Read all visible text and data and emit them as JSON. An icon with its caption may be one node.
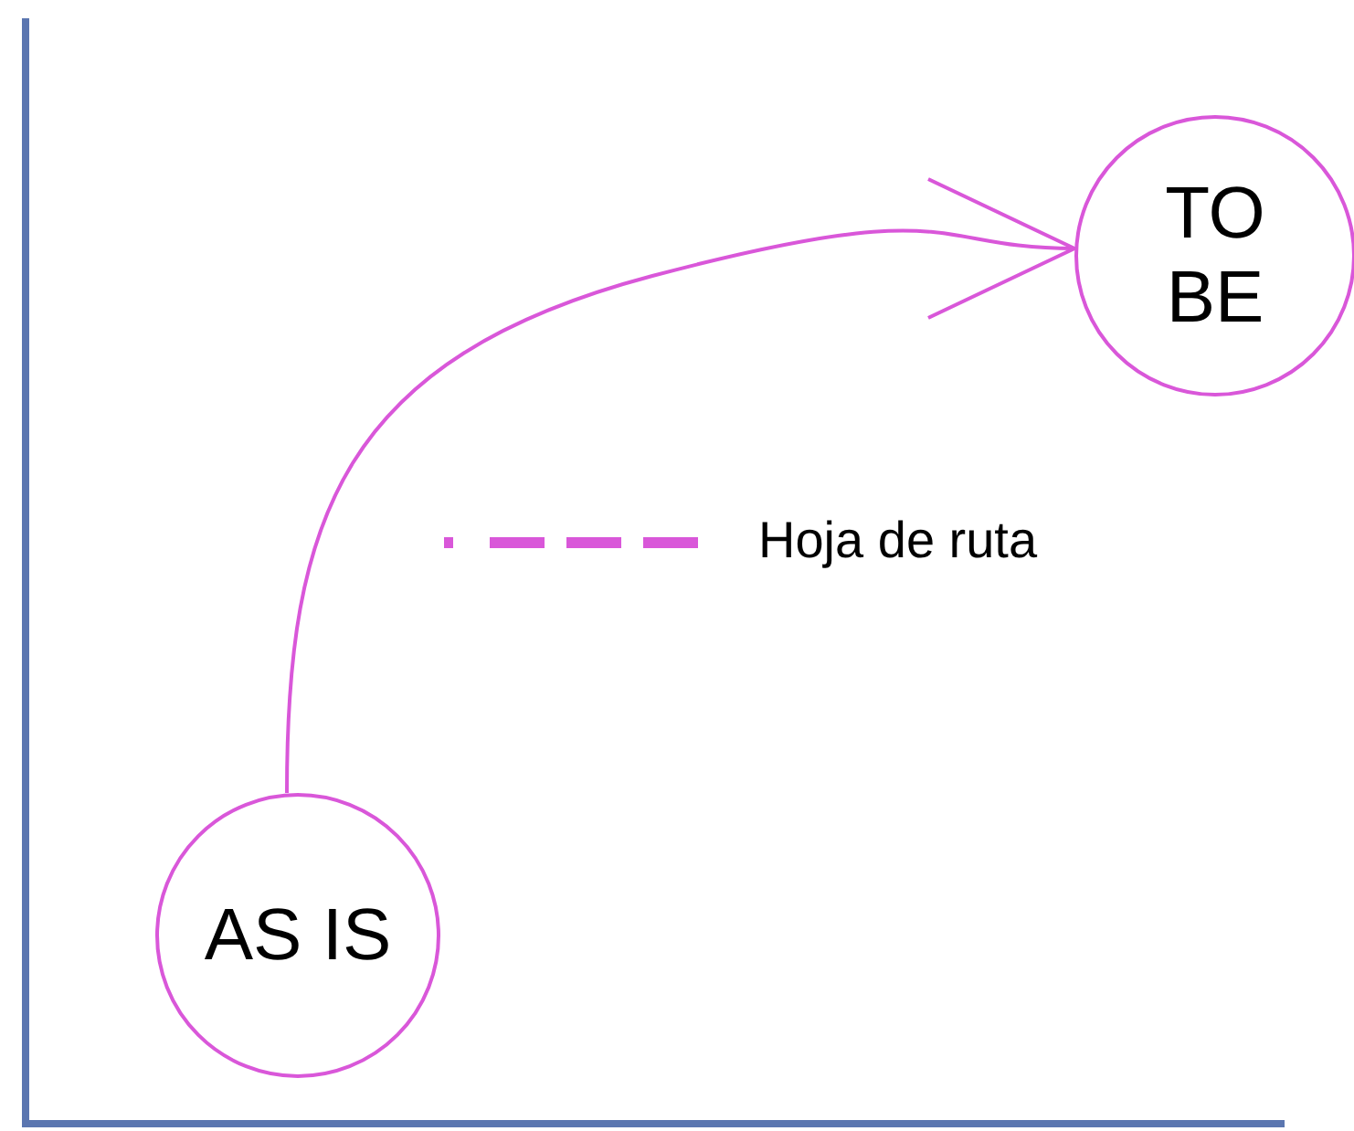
{
  "diagram": {
    "nodes": [
      {
        "text": [
          "AS IS"
        ]
      },
      {
        "text": [
          "TO BE"
        ]
      }
    ],
    "edges": [
      {
        "from": 0,
        "to": 1,
        "arrow": "to",
        "color": "#d957d9"
      }
    ],
    "legend": [
      {
        "text": "Hoja de ruta"
      }
    ]
  }
}
